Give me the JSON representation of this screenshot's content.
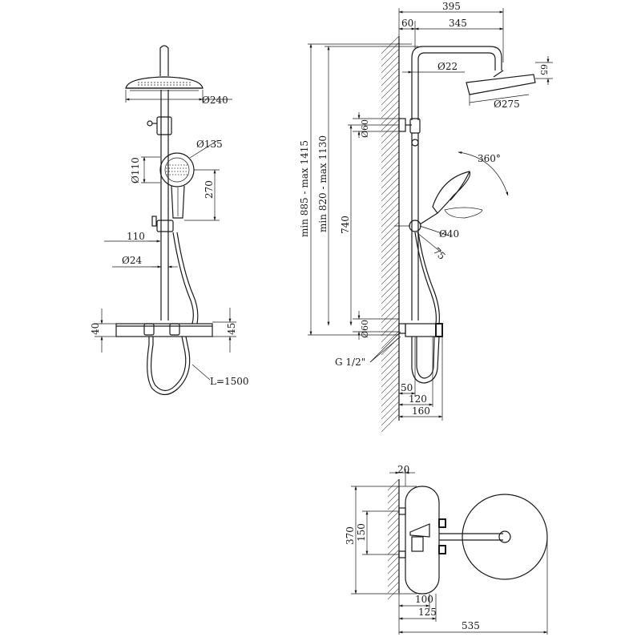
{
  "front_view": {
    "head_diameter": "Ø240",
    "hand_shower_diameter": "Ø135",
    "hand_shower_inner": "Ø110",
    "hand_shower_height": "270",
    "holder_offset": "110",
    "pipe_diameter": "Ø24",
    "shelf_height_left": "40",
    "shelf_height_right": "45",
    "hose_length": "L=1500"
  },
  "side_view": {
    "total_width": "395",
    "wall_offset": "60",
    "arm_length": "345",
    "arm_diameter": "Ø22",
    "head_thickness": "65",
    "head_diameter": "Ø275",
    "bracket_diameter": "Ø60",
    "rotation": "360°",
    "height_range_outer": "min 885 - max 1415",
    "height_range_inner": "min 820 - max 1130",
    "holder_height": "740",
    "holder_diameter": "Ø40",
    "holder_length": "75",
    "inlet_diameter": "Ø60",
    "inlet_thread": "G 1/2\"",
    "depth_1": "50",
    "depth_2": "120",
    "depth_3": "160"
  },
  "top_view": {
    "wall_gap": "20",
    "body_height": "370",
    "inlet_spacing": "150",
    "depth_1": "100",
    "depth_2": "125",
    "total_depth": "535"
  }
}
